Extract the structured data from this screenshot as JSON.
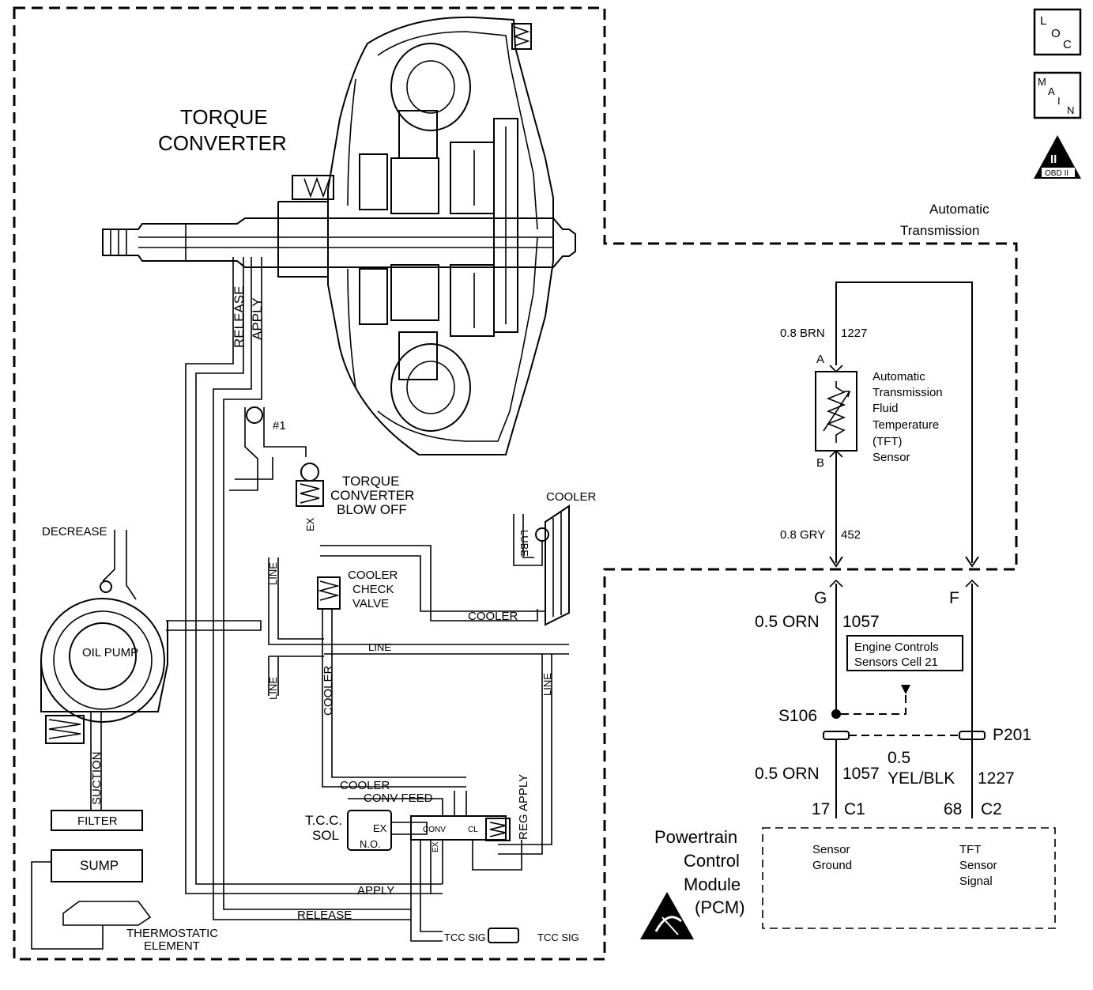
{
  "icons": {
    "loc": "loc-icon",
    "main": "main-icon",
    "obd": "obd-ii-icon",
    "esd": "esd-warning-icon"
  },
  "badges": {
    "loc_lines": [
      "L",
      "O",
      "C"
    ],
    "main_lines": [
      "M",
      "A",
      "I",
      "N"
    ],
    "obd_top": "II",
    "obd_bottom": "OBD II"
  },
  "hydraulic": {
    "torque_converter": [
      "TORQUE",
      "CONVERTER"
    ],
    "release": "RELEASE",
    "apply": "APPLY",
    "check_ball": "#1",
    "blow_off": [
      "TORQUE",
      "CONVERTER",
      "BLOW OFF"
    ],
    "blow_off_ex": "EX",
    "decrease": "DECREASE",
    "oil_pump": "OIL PUMP",
    "suction": "SUCTION",
    "filter": "FILTER",
    "sump": "SUMP",
    "thermostatic": [
      "THERMOSTATIC",
      "ELEMENT"
    ],
    "cooler_title": "COOLER",
    "lube": "LUBE",
    "cooler_check_valve": [
      "COOLER",
      "CHECK",
      "VALVE"
    ],
    "cooler_line": "COOLER",
    "line_labels": [
      "LINE",
      "LINE",
      "LINE",
      "LINE"
    ],
    "cooler_vertical": "COOLER",
    "cooler_lower": "COOLER",
    "conv_feed": "CONV FEED",
    "tcc_sol": [
      "T.C.C.",
      "SOL"
    ],
    "sol_ex": "EX",
    "sol_no": "N.O.",
    "conv_small": "CONV",
    "cl_small": "CL",
    "ex_small": "EX",
    "reg_apply": "REG APPLY",
    "apply_bottom": "APPLY",
    "release_bottom": "RELEASE",
    "tcc_sig_1": "TCC SIG",
    "tcc_sig_2": "TCC SIG"
  },
  "electrical": {
    "transmission_label": [
      "Automatic",
      "Transmission"
    ],
    "wire_top": {
      "gauge_color": "0.8 BRN",
      "circuit": "1227"
    },
    "pin_a": "A",
    "pin_b": "B",
    "sensor_name": [
      "Automatic",
      "Transmission",
      "Fluid",
      "Temperature",
      "(TFT)",
      "Sensor"
    ],
    "wire_bottom": {
      "gauge_color": "0.8 GRY",
      "circuit": "452"
    },
    "conn_g": "G",
    "conn_f": "F",
    "wire_orn_upper": {
      "gauge_color": "0.5 ORN",
      "circuit": "1057"
    },
    "ref_box": [
      "Engine Controls",
      "Sensors Cell 21"
    ],
    "splice": "S106",
    "pass_through": "P201",
    "wire_orn_lower": {
      "gauge_color": "0.5 ORN",
      "circuit": "1057"
    },
    "wire_yel_blk": {
      "gauge": "0.5",
      "color": "YEL/BLK",
      "circuit": "1227"
    },
    "pin_17": {
      "pin": "17",
      "conn": "C1"
    },
    "pin_68": {
      "pin": "68",
      "conn": "C2"
    },
    "pcm_label": [
      "Powertrain",
      "Control",
      "Module",
      "(PCM)"
    ],
    "sensor_ground": [
      "Sensor",
      "Ground"
    ],
    "tft_signal": [
      "TFT",
      "Sensor",
      "Signal"
    ]
  }
}
